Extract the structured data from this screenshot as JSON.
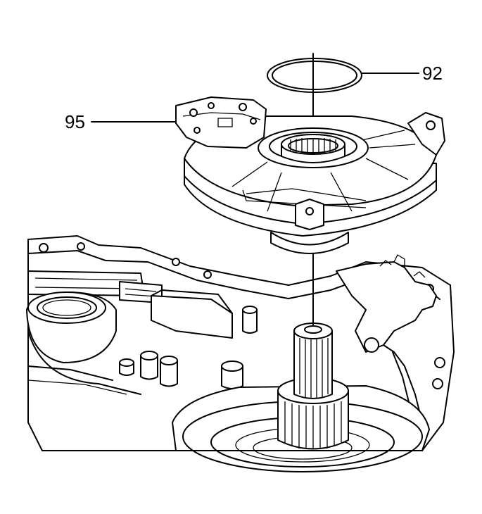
{
  "callouts": [
    {
      "id": "92",
      "label": "92"
    },
    {
      "id": "95",
      "label": "95"
    }
  ],
  "colors": {
    "line": "#000000",
    "background": "#ffffff"
  }
}
